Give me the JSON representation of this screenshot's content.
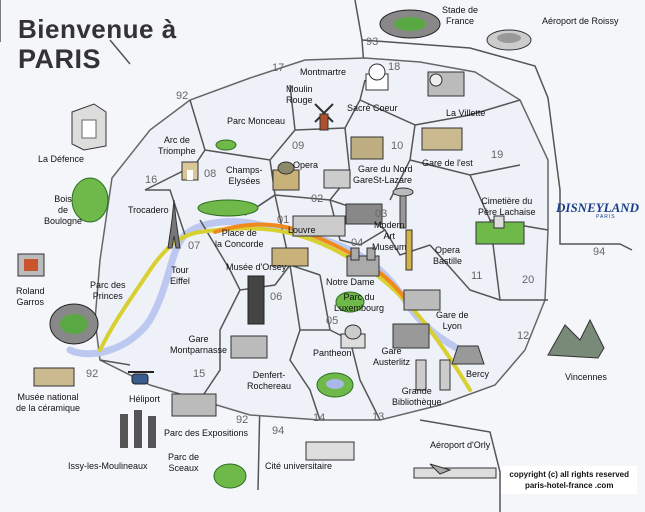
{
  "title": {
    "line1": "Bienvenue à",
    "line2": "PARIS"
  },
  "copyright": {
    "line1": "copyright (c) all rights reserved",
    "line2": "paris-hotel-france .com"
  },
  "disneyland": {
    "logo": "DISNEYLAND",
    "sub": "PARIS"
  },
  "arrondissements": [
    "17",
    "18",
    "19",
    "16",
    "08",
    "09",
    "10",
    "92",
    "93",
    "07",
    "01",
    "02",
    "03",
    "04",
    "11",
    "20",
    "94",
    "15",
    "06",
    "05",
    "12",
    "92",
    "14",
    "13",
    "94",
    "92"
  ],
  "places": {
    "stade_de_france": "Stade de\nFrance",
    "aeroport_roissy": "Aéroport de Roissy",
    "montmartre": "Montmartre",
    "moulin_rouge": "Moulin\nRouge",
    "sacre_coeur": "Sacré Coeur",
    "la_villette": "La Villette",
    "parc_monceau": "Parc Monceau",
    "la_defence": "La Défence",
    "arc_de_triomphe": "Arc de\nTriomphe",
    "champs_elysees": "Champs-\nElysées",
    "opera": "Opera",
    "gare_du_nord": "Gare du Nord",
    "gare_st_lazare": "GareSt-Lazare",
    "gare_de_lest": "Gare de l'est",
    "bois_de_boulogne": "Bois\nde\nBoulogne",
    "trocadero": "Trocadero",
    "louvre": "Louvre",
    "modern_art_museum": "Modern\nArt\nMuseum",
    "cimetiere": "Cimetière du\nPère Lachaise",
    "place_de_la_concorde": "Place de\nla Concorde",
    "musee_dorsay": "Musée d'Orsey",
    "tour_eiffel": "Tour\nEiffel",
    "notre_dame": "Notre Dame",
    "opera_bastille": "Opera\nBastille",
    "roland_garros": "Roland\nGarros",
    "parc_des_princes": "Parc des\nPrinces",
    "parc_du_luxembourg": "Parc du\nLuxembourg",
    "gare_de_lyon": "Gare de\nLyon",
    "gare_montparnasse": "Gare\nMontparnasse",
    "pantheon": "Pantheon",
    "gare_austerlitz": "Gare\nAusterlitz",
    "bercy": "Bercy",
    "vincennes": "Vincennes",
    "musee_ceramique": "Musée national\nde la céramique",
    "heliport": "Héliport",
    "denfert_rochereau": "Denfert-\nRochereau",
    "grande_bibliotheque": "Grande\nBibliothèque",
    "parc_des_expositions": "Parc des Expositions",
    "issy": "Issy-les-Moulineaux",
    "parc_de_sceaux": "Parc de\nSceaux",
    "cite_universitaire": "Cité universitaire",
    "aeroport_orly": "Aéroport d'Orly"
  },
  "colors": {
    "seine": "#bcc8f0",
    "rer_orange": "#f08a1c",
    "rer_yellow": "#d8d030",
    "border": "#555555",
    "background": "#f4f6fa"
  }
}
